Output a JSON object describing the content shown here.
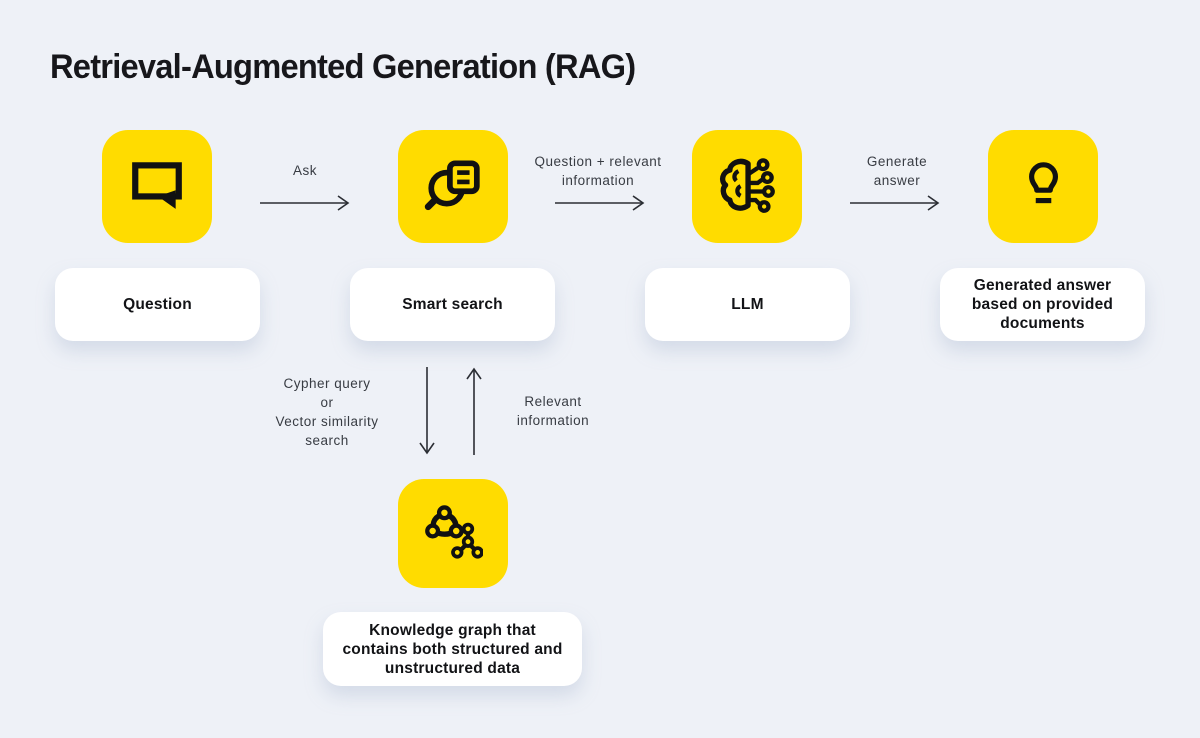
{
  "title": "Retrieval-Augmented Generation (RAG)",
  "colors": {
    "background": "#EEF1F7",
    "accent_yellow": "#FFDC00",
    "card_white": "#FFFFFF",
    "text_dark": "#17171B",
    "arrow_dark": "#2B2E34"
  },
  "nodes": {
    "question": {
      "icon": "chat-bubble-icon",
      "label": "Question"
    },
    "smart_search": {
      "icon": "search-document-icon",
      "label": "Smart search"
    },
    "llm": {
      "icon": "brain-circuit-icon",
      "label": "LLM"
    },
    "answer": {
      "icon": "lightbulb-icon",
      "label": "Generated answer\nbased on provided\ndocuments"
    },
    "knowledge": {
      "icon": "knowledge-graph-icon",
      "label": "Knowledge graph that\ncontains both structured and\nunstructured data"
    }
  },
  "arrows": {
    "ask": {
      "label": "Ask",
      "direction": "right"
    },
    "question_info": {
      "label": "Question + relevant\ninformation",
      "direction": "right"
    },
    "generate": {
      "label": "Generate\nanswer",
      "direction": "right"
    },
    "cypher": {
      "label": "Cypher query\nor\nVector similarity\nsearch",
      "direction": "down"
    },
    "relevant": {
      "label": "Relevant\ninformation",
      "direction": "up"
    }
  }
}
